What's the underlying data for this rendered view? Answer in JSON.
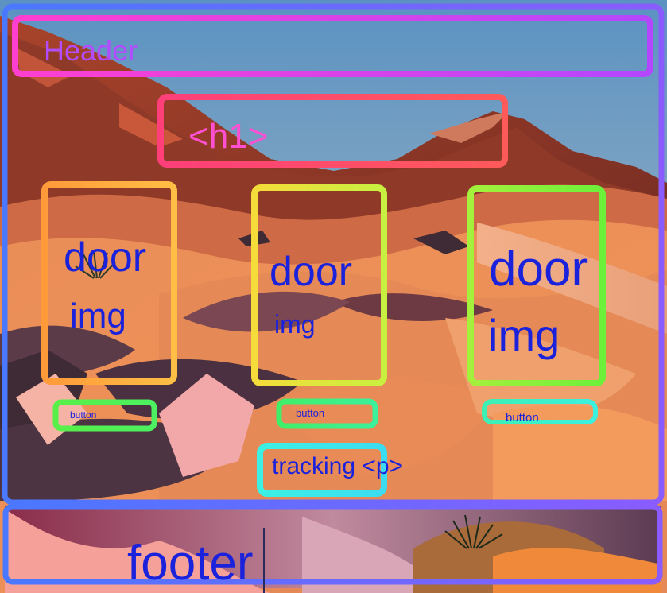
{
  "labels": {
    "header": "Header",
    "h1": "<h1>",
    "door1_line1": "door",
    "door1_line2": "img",
    "door2_line1": "door",
    "door2_line2": "img",
    "door3_line1": "door",
    "door3_line2": "img",
    "button1": "button",
    "button2": "button",
    "button3": "button",
    "tracking": "tracking <p>",
    "footer": "footer"
  },
  "colors": {
    "label_blue": "#1a22dc",
    "header_text": "#b040ff",
    "h1_text": "#ff3fc8",
    "sky_top": "#5d95c4",
    "sky_bottom": "#9fb7c7"
  },
  "icons": {
    "background": "desert-dunes-illustration"
  }
}
